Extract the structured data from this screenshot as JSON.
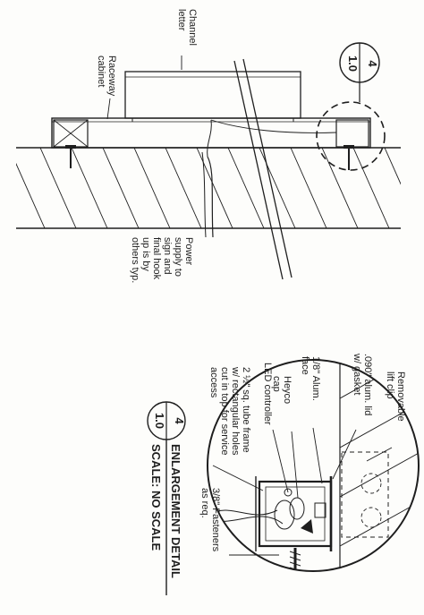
{
  "upper_view": {
    "labels": {
      "channel_letter": [
        "Channel",
        "letter"
      ],
      "raceway_cabinet": [
        "Raceway",
        "cabinet"
      ],
      "power_supply": [
        "Power",
        "supply to",
        "sign and",
        "final hook",
        "up is by",
        "others typ."
      ]
    },
    "callout": {
      "detail_number": "4",
      "sheet_number": "1.0"
    }
  },
  "enlargement_view": {
    "labels": {
      "removable_lift_clip": [
        "Removable",
        "lift clip"
      ],
      "alum_lid": [
        ".090\" alum. lid",
        "w/ gasket"
      ],
      "alum_face": [
        "1/8\" Alum.",
        "face"
      ],
      "heyco_cap": [
        "Heyco",
        "cap"
      ],
      "led_controller": [
        "LED controller"
      ],
      "tube_frame": [
        "2 ½\" sq. tube frame",
        "w/ rectangular holes",
        "cut in top for service",
        "access"
      ],
      "fasteners": [
        "3/8\" Fasteners",
        "as req."
      ]
    },
    "title": {
      "detail_number": "4",
      "sheet_number": "1.0",
      "line1": "ENLARGEMENT DETAIL",
      "line2": "SCALE: NO SCALE"
    }
  },
  "colors": {
    "ink": "#1e1e1e",
    "paper": "#fdfdfb"
  }
}
